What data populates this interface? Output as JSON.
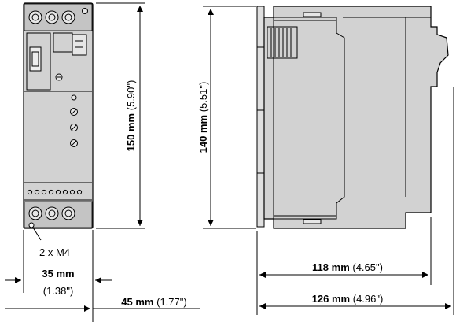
{
  "front_view": {
    "height_dim": {
      "bold": "150 mm",
      "normal": "(5.90\")"
    },
    "width_dim": {
      "bold": "35 mm",
      "normal": "(1.38\")"
    },
    "screw_label": "2 x M4",
    "depth_dim": {
      "bold": "45 mm",
      "normal": "(1.77\")"
    }
  },
  "side_view": {
    "height_dim": {
      "bold": "140 mm",
      "normal": "(5.51\")"
    },
    "depth_dim_1": {
      "bold": "118 mm",
      "normal": "(4.65\")"
    },
    "depth_dim_2": {
      "bold": "126 mm",
      "normal": "(4.96\")"
    }
  },
  "colors": {
    "device_fill": "#d2d2d2",
    "line": "#000000",
    "background": "#ffffff"
  }
}
